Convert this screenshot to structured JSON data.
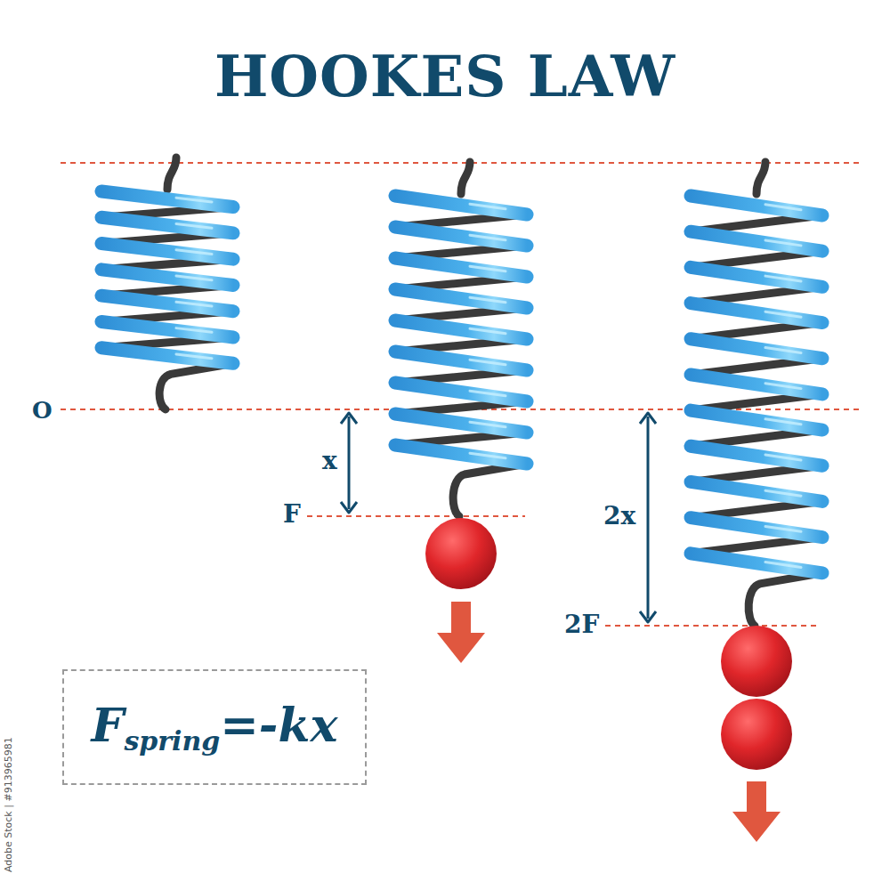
{
  "diagram": {
    "title": "HOOKES LAW",
    "nodes": [
      {
        "text": [
          "F",
          "spring",
          "=-kx"
        ]
      }
    ],
    "labels": [
      "O",
      "x",
      "F",
      "2x",
      "2F",
      "Adobe Stock | #913965981"
    ]
  }
}
